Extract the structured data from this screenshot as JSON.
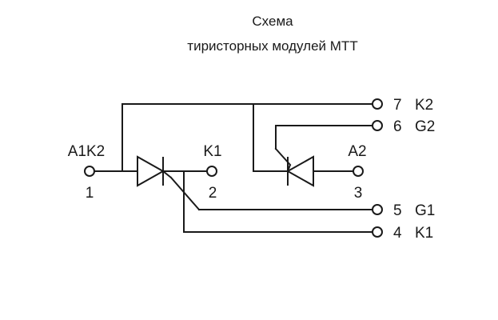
{
  "title": {
    "line1": "Схема",
    "line2": "тиристорных модулей МТТ"
  },
  "terminals": [
    {
      "id": "t1",
      "number": "1",
      "name": "A1K2"
    },
    {
      "id": "t2",
      "number": "2",
      "name": "K1"
    },
    {
      "id": "t3",
      "number": "3",
      "name": "A2"
    },
    {
      "id": "t4",
      "number": "4",
      "name": "K1"
    },
    {
      "id": "t5",
      "number": "5",
      "name": "G1"
    },
    {
      "id": "t6",
      "number": "6",
      "name": "G2"
    },
    {
      "id": "t7",
      "number": "7",
      "name": "K2"
    }
  ],
  "components": {
    "thyristor_1": "thyristor-symbol",
    "thyristor_2": "thyristor-symbol"
  },
  "colors": {
    "line": "#1a1a1a",
    "background": "#ffffff"
  }
}
